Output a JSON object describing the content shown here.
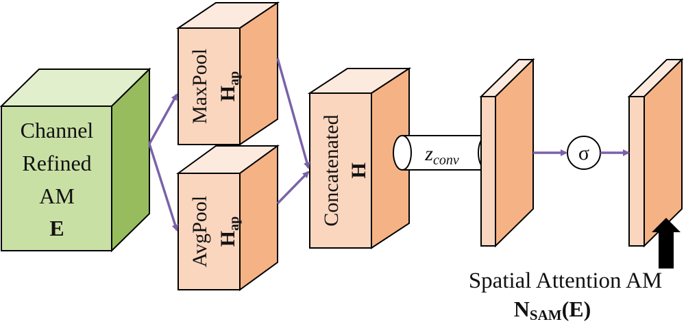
{
  "colors": {
    "green_front": "#c9e0a5",
    "green_top": "#e1efcd",
    "green_side": "#96bc5e",
    "orange_front": "#fbd6bf",
    "orange_top": "#fdeadf",
    "orange_side": "#f5b385",
    "arrow": "#7a62a8",
    "outline": "#000000"
  },
  "input_block": {
    "line1": "Channel",
    "line2": "Refined",
    "line3": "AM",
    "symbol": "E"
  },
  "maxpool_block": {
    "label": "MaxPool",
    "symbol_main": "H",
    "symbol_sub": "ap"
  },
  "avgpool_block": {
    "label": "AvgPool",
    "symbol_main": "H",
    "symbol_sub": "ap"
  },
  "concat_block": {
    "label": "Concatenated",
    "symbol": "H"
  },
  "conv": {
    "label_main": "z",
    "label_sub": "conv"
  },
  "sigma": {
    "label": "σ"
  },
  "output": {
    "caption": "Spatial Attention AM",
    "symbol_main": "N",
    "symbol_sub": "SAM",
    "symbol_arg": "(E)"
  }
}
